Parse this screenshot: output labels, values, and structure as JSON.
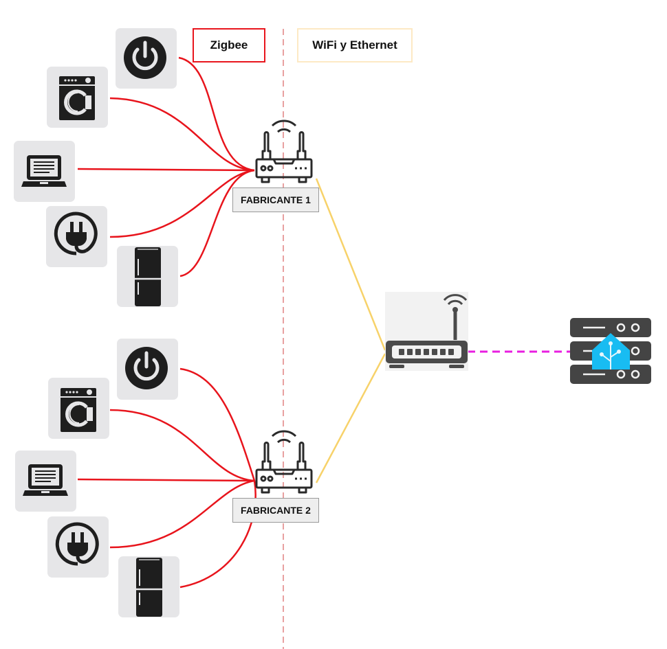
{
  "legend": {
    "zigbee": {
      "label": "Zigbee",
      "color": "#e8141c"
    },
    "wifi": {
      "label": "WiFi y Ethernet",
      "color": "#fde9c4"
    }
  },
  "colors": {
    "zigbee_link": "#e8141c",
    "wifi_link": "#f7d26a",
    "ethernet_link": "#e81ee0",
    "divider": "#e8a0a0",
    "tile_bg": "#e6e6e8",
    "icon_dark": "#1e1e1e",
    "router_dark": "#4a4a4a",
    "home_assistant_blue": "#18bcf2"
  },
  "hubs": [
    {
      "id": "hub1",
      "label": "FABRICANTE 1",
      "icon": "wifi-router-icon"
    },
    {
      "id": "hub2",
      "label": "FABRICANTE 2",
      "icon": "wifi-router-icon"
    }
  ],
  "device_groups": [
    {
      "hub": "hub1",
      "devices": [
        {
          "type": "power",
          "icon": "power-button-icon"
        },
        {
          "type": "washing-machine",
          "icon": "washing-machine-icon"
        },
        {
          "type": "laptop",
          "icon": "laptop-icon"
        },
        {
          "type": "plug",
          "icon": "power-plug-icon"
        },
        {
          "type": "fridge",
          "icon": "fridge-icon"
        }
      ]
    },
    {
      "hub": "hub2",
      "devices": [
        {
          "type": "power",
          "icon": "power-button-icon"
        },
        {
          "type": "washing-machine",
          "icon": "washing-machine-icon"
        },
        {
          "type": "laptop",
          "icon": "laptop-icon"
        },
        {
          "type": "plug",
          "icon": "power-plug-icon"
        },
        {
          "type": "fridge",
          "icon": "fridge-icon"
        }
      ]
    }
  ],
  "central_router": {
    "icon": "wifi-router-icon"
  },
  "server": {
    "icon": "home-assistant-server-icon"
  },
  "connections": [
    {
      "from": "devices",
      "to": "hub1",
      "type": "zigbee"
    },
    {
      "from": "devices",
      "to": "hub2",
      "type": "zigbee"
    },
    {
      "from": "hub1",
      "to": "central_router",
      "type": "wifi"
    },
    {
      "from": "hub2",
      "to": "central_router",
      "type": "wifi"
    },
    {
      "from": "central_router",
      "to": "server",
      "type": "ethernet-dashed"
    }
  ]
}
